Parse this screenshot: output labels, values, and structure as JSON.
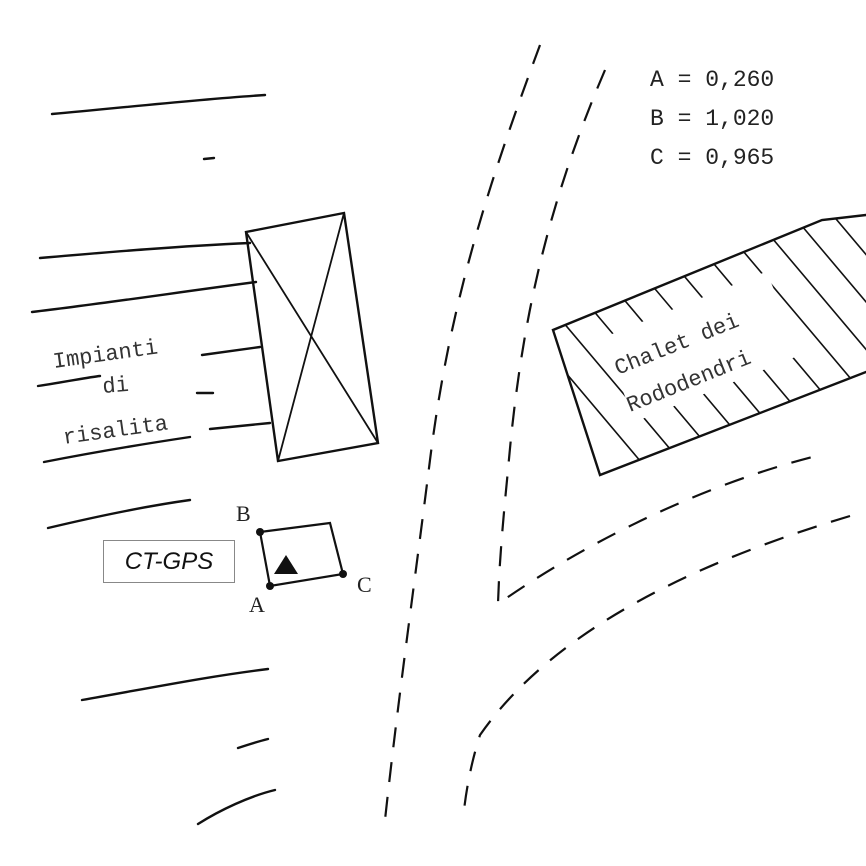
{
  "measurements": [
    {
      "label": "A",
      "value": "0,260",
      "text": "A = 0,260"
    },
    {
      "label": "B",
      "value": "1,020",
      "text": "B = 1,020"
    },
    {
      "label": "C",
      "value": "0,965",
      "text": "C = 0,965"
    }
  ],
  "lift_station": {
    "line1": "Impianti",
    "line2": "di",
    "line3": "risalita"
  },
  "chalet": {
    "line1": "Chalet dei",
    "line2": "Rododendri"
  },
  "station": {
    "label": "CT-GPS",
    "corner_a": "A",
    "corner_b": "B",
    "corner_c": "C"
  }
}
